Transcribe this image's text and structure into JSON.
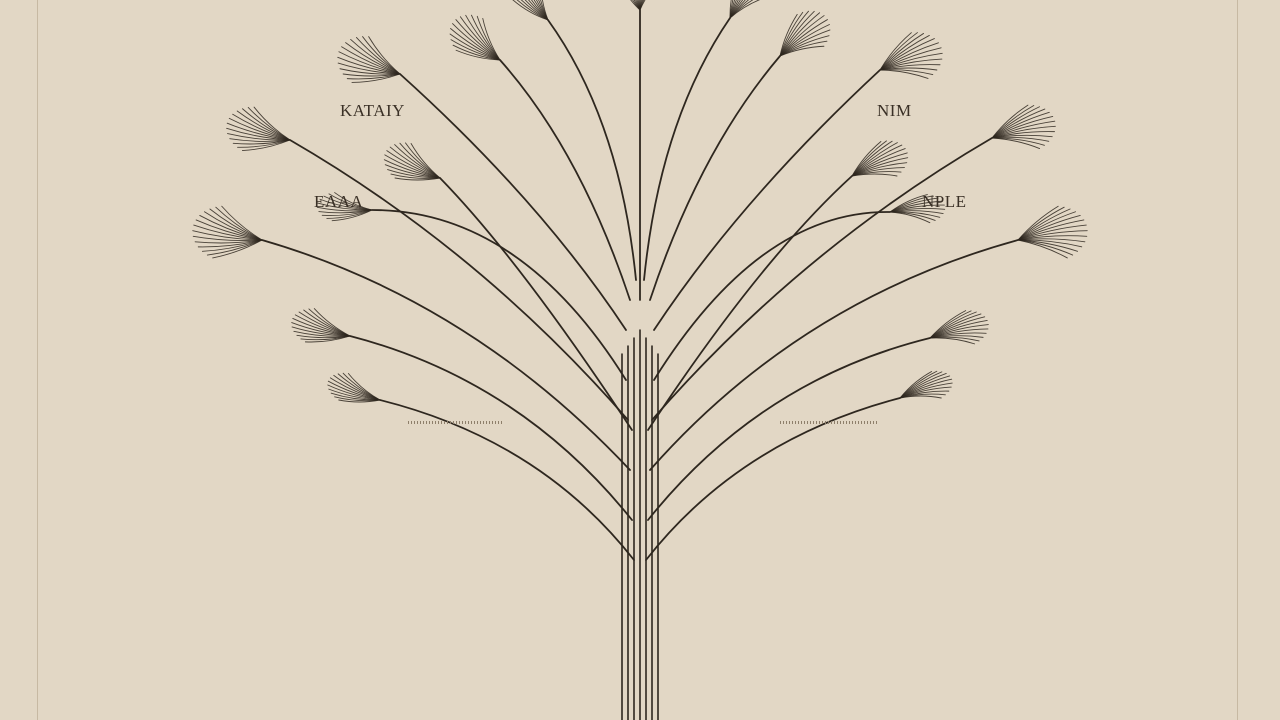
{
  "labels": {
    "top_left": "KATAIY",
    "top_right": "NIM",
    "mid_left": "EAAA",
    "mid_right": "NPLE"
  },
  "colors": {
    "background": "#e2d7c5",
    "ink": "#2e271f",
    "frame": "#c7b9a3"
  }
}
